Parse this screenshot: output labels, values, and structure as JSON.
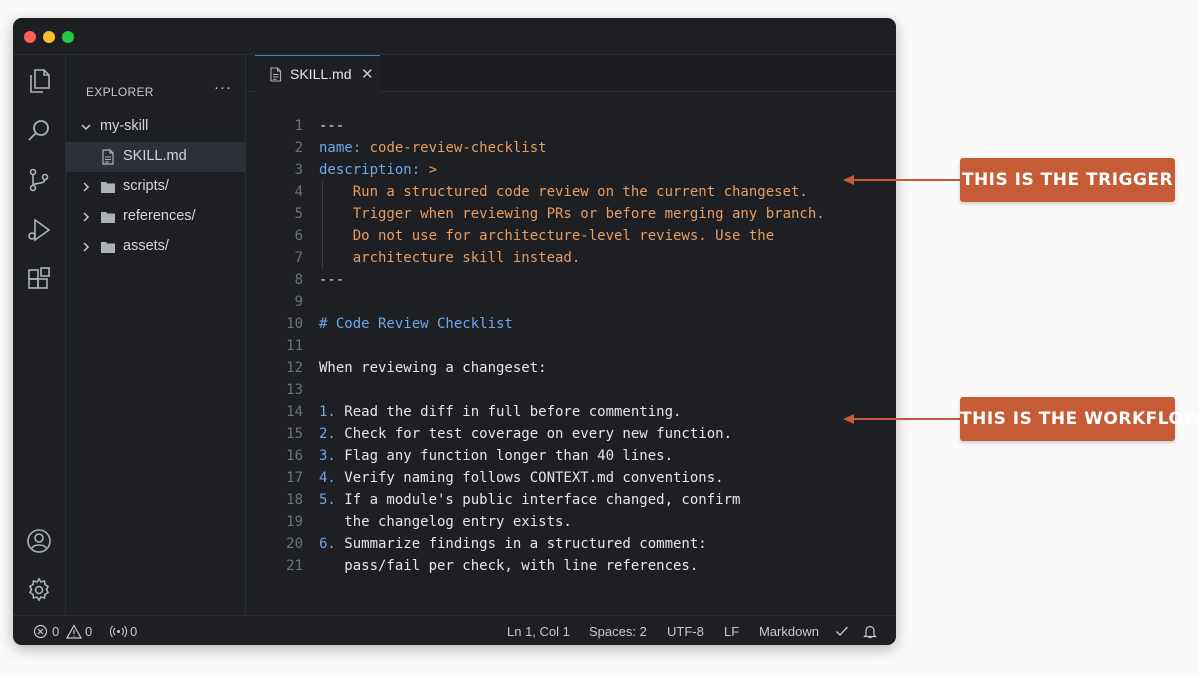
{
  "explorer": {
    "header": "EXPLORER",
    "more": "···",
    "items": [
      {
        "label": "my-skill",
        "type": "folder-open"
      },
      {
        "label": "SKILL.md",
        "type": "file"
      },
      {
        "label": "scripts/",
        "type": "folder"
      },
      {
        "label": "references/",
        "type": "folder"
      },
      {
        "label": "assets/",
        "type": "folder"
      }
    ]
  },
  "tab": {
    "label": "SKILL.md",
    "close": "✕"
  },
  "editor": {
    "lines": [
      {
        "n": "1",
        "parts": [
          {
            "t": "---",
            "c": "white"
          }
        ]
      },
      {
        "n": "2",
        "parts": [
          {
            "t": "name:",
            "c": "blue"
          },
          {
            "t": " code-review-checklist",
            "c": "orange"
          }
        ]
      },
      {
        "n": "3",
        "parts": [
          {
            "t": "description:",
            "c": "blue"
          },
          {
            "t": " >",
            "c": "orange"
          }
        ]
      },
      {
        "n": "4",
        "indent": true,
        "parts": [
          {
            "t": "    Run a structured code review on the current changeset.",
            "c": "orange"
          }
        ]
      },
      {
        "n": "5",
        "indent": true,
        "parts": [
          {
            "t": "    Trigger when reviewing PRs or before merging any branch.",
            "c": "orange"
          }
        ]
      },
      {
        "n": "6",
        "indent": true,
        "parts": [
          {
            "t": "    Do not use for architecture-level reviews. Use the",
            "c": "orange"
          }
        ]
      },
      {
        "n": "7",
        "indent": true,
        "parts": [
          {
            "t": "    architecture skill instead.",
            "c": "orange"
          }
        ]
      },
      {
        "n": "8",
        "parts": [
          {
            "t": "---",
            "c": "white"
          }
        ]
      },
      {
        "n": "9",
        "parts": []
      },
      {
        "n": "10",
        "parts": [
          {
            "t": "# Code Review Checklist",
            "c": "heading"
          }
        ]
      },
      {
        "n": "11",
        "parts": []
      },
      {
        "n": "12",
        "parts": [
          {
            "t": "When reviewing a changeset:",
            "c": "white"
          }
        ]
      },
      {
        "n": "13",
        "parts": []
      },
      {
        "n": "14",
        "parts": [
          {
            "t": "1.",
            "c": "blue"
          },
          {
            "t": " Read the diff in full before commenting.",
            "c": "white"
          }
        ]
      },
      {
        "n": "15",
        "parts": [
          {
            "t": "2.",
            "c": "blue"
          },
          {
            "t": " Check for test coverage on every new function.",
            "c": "white"
          }
        ]
      },
      {
        "n": "16",
        "parts": [
          {
            "t": "3.",
            "c": "blue"
          },
          {
            "t": " Flag any function longer than 40 lines.",
            "c": "white"
          }
        ]
      },
      {
        "n": "17",
        "parts": [
          {
            "t": "4.",
            "c": "blue"
          },
          {
            "t": " Verify naming follows CONTEXT.md conventions.",
            "c": "white"
          }
        ]
      },
      {
        "n": "18",
        "parts": [
          {
            "t": "5.",
            "c": "blue"
          },
          {
            "t": " If a module's public interface changed, confirm",
            "c": "white"
          }
        ]
      },
      {
        "n": "19",
        "parts": [
          {
            "t": "   the changelog entry exists.",
            "c": "white"
          }
        ]
      },
      {
        "n": "20",
        "parts": [
          {
            "t": "6.",
            "c": "blue"
          },
          {
            "t": " Summarize findings in a structured comment:",
            "c": "white"
          }
        ]
      },
      {
        "n": "21",
        "parts": [
          {
            "t": "   pass/fail per check, with line references.",
            "c": "white"
          }
        ]
      }
    ]
  },
  "status": {
    "errors": "0",
    "warnings": "0",
    "ports": "0",
    "position": "Ln 1, Col 1",
    "spaces": "Spaces: 2",
    "encoding": "UTF-8",
    "eol": "LF",
    "language": "Markdown"
  },
  "callouts": {
    "trigger": "THIS IS THE TRIGGER",
    "workflow": "THIS IS THE WORKFLOW"
  },
  "colors": {
    "accent_callout": "#c65c36",
    "syntax_key": "#6ea8ec",
    "syntax_string": "#e79d63",
    "editor_bg": "#1d1f23"
  }
}
